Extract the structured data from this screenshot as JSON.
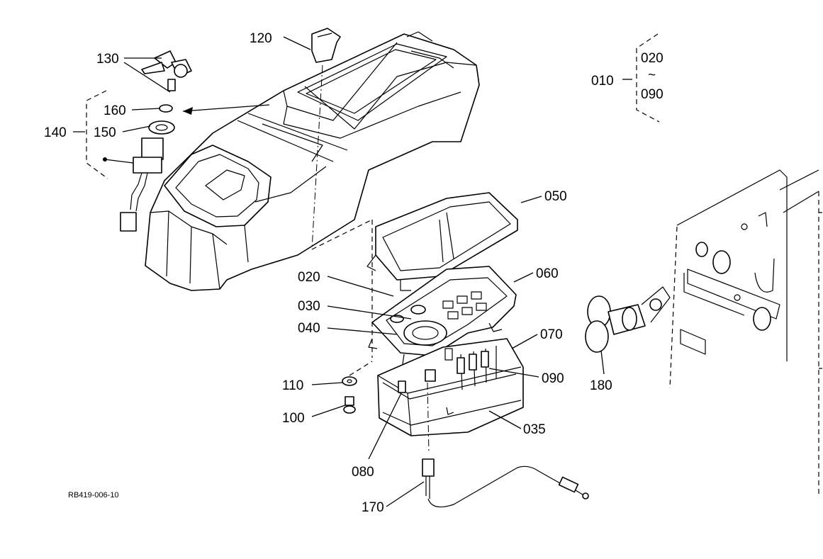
{
  "diagram_ref": "RB419-006-10",
  "group": {
    "code": "010",
    "range_from": "020",
    "range_sep": "~",
    "range_to": "090"
  },
  "callouts": [
    {
      "id": "c120",
      "text": "120"
    },
    {
      "id": "c130",
      "text": "130"
    },
    {
      "id": "c160",
      "text": "160"
    },
    {
      "id": "c140",
      "text": "140"
    },
    {
      "id": "c150",
      "text": "150"
    },
    {
      "id": "c050",
      "text": "050"
    },
    {
      "id": "c020",
      "text": "020"
    },
    {
      "id": "c060",
      "text": "060"
    },
    {
      "id": "c030",
      "text": "030"
    },
    {
      "id": "c040",
      "text": "040"
    },
    {
      "id": "c070",
      "text": "070"
    },
    {
      "id": "c110",
      "text": "110"
    },
    {
      "id": "c090",
      "text": "090"
    },
    {
      "id": "c180",
      "text": "180"
    },
    {
      "id": "c100",
      "text": "100"
    },
    {
      "id": "c035",
      "text": "035"
    },
    {
      "id": "c080",
      "text": "080"
    },
    {
      "id": "c170",
      "text": "170"
    }
  ]
}
